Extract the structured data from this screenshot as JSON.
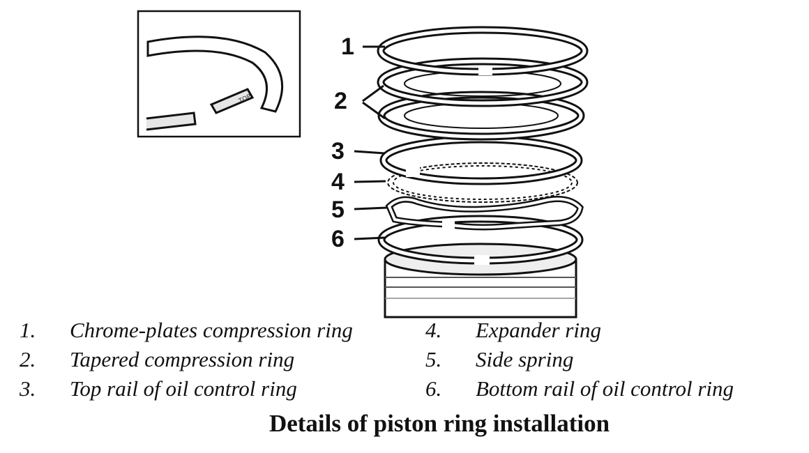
{
  "callouts": [
    "1",
    "2",
    "3",
    "4",
    "5",
    "6"
  ],
  "inset_mark": "TOP",
  "legend": [
    {
      "num": "1.",
      "text": "Chrome-plates compression ring"
    },
    {
      "num": "2.",
      "text": "Tapered compression ring"
    },
    {
      "num": "3.",
      "text": "Top rail of oil control ring"
    },
    {
      "num": "4.",
      "text": "Expander ring"
    },
    {
      "num": "5.",
      "text": "Side spring"
    },
    {
      "num": "6.",
      "text": "Bottom rail of oil control ring"
    }
  ],
  "caption": "Details of piston ring installation",
  "colors": {
    "ink": "#111111",
    "paper": "#ffffff",
    "shade": "#cfcfcf"
  }
}
